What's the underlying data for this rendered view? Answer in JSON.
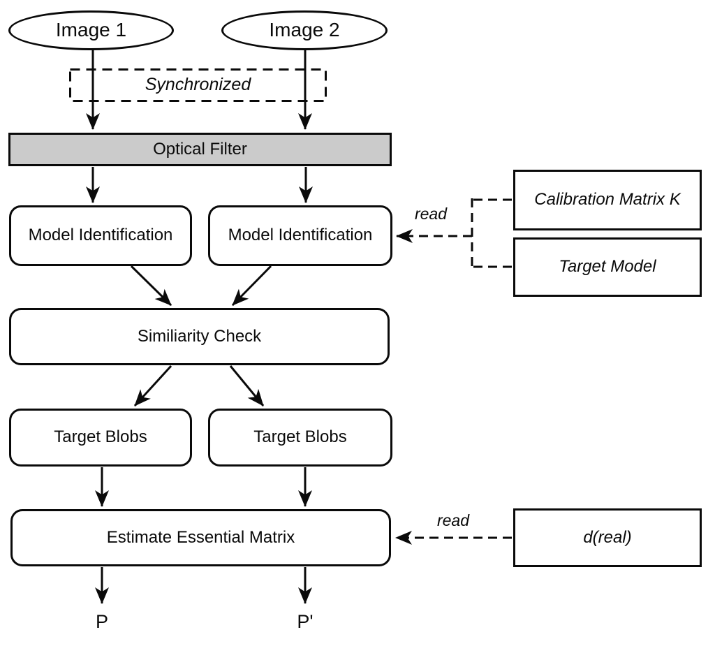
{
  "diagram": {
    "type": "flowchart",
    "background_color": "#ffffff",
    "stroke_color": "#0a0a0a",
    "optical_filter_fill": "#cbcbcb",
    "node_fill": "#ffffff",
    "nodes": {
      "image1": {
        "label": "Image 1",
        "shape": "ellipse"
      },
      "image2": {
        "label": "Image 2",
        "shape": "ellipse"
      },
      "synchronized": {
        "label": "Synchronized",
        "shape": "dashed-rect"
      },
      "optical_filter": {
        "label": "Optical Filter",
        "shape": "filled-rect"
      },
      "model_identification_left": {
        "label": "Model Identification",
        "shape": "rounded-rect"
      },
      "model_identification_right": {
        "label": "Model Identification",
        "shape": "rounded-rect"
      },
      "similarity_check": {
        "label": "Similiarity Check",
        "shape": "rounded-rect"
      },
      "target_blobs_left": {
        "label": "Target Blobs",
        "shape": "rounded-rect"
      },
      "target_blobs_right": {
        "label": "Target Blobs",
        "shape": "rounded-rect"
      },
      "estimate_essential_matrix": {
        "label": "Estimate Essential Matrix",
        "shape": "rounded-rect"
      },
      "calibration_matrix": {
        "label": "Calibration Matrix K",
        "shape": "rect"
      },
      "target_model": {
        "label": "Target Model",
        "shape": "rect"
      },
      "d_real": {
        "label": "d(real)",
        "shape": "rect"
      }
    },
    "edge_labels": {
      "read_top": "read",
      "read_bottom": "read"
    },
    "outputs": {
      "p": "P",
      "p_prime": "P'"
    }
  }
}
